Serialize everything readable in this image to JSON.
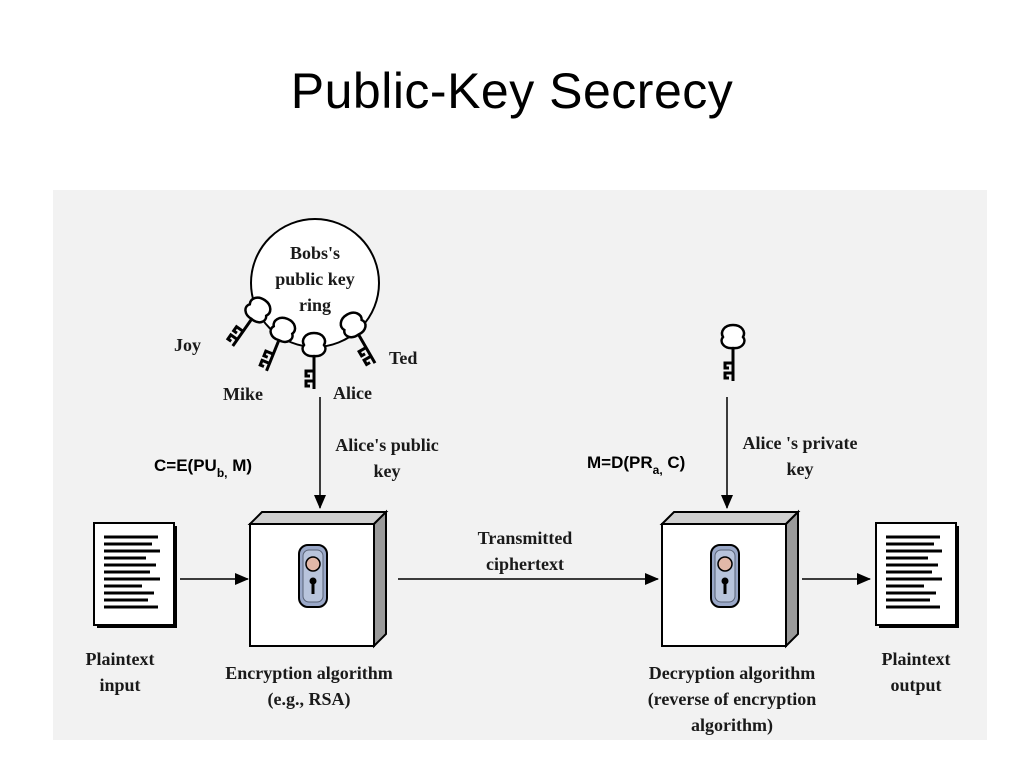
{
  "title": "Public-Key Secrecy",
  "diagram": {
    "key_ring": {
      "label_lines": [
        "Bobs's",
        "public key",
        "ring"
      ],
      "keys": [
        "Joy",
        "Mike",
        "Alice",
        "Ted"
      ]
    },
    "public_key_label": [
      "Alice's public",
      "key"
    ],
    "private_key_label": [
      "Alice 's private",
      "key"
    ],
    "encrypt_formula": {
      "pre": "C=E(PU",
      "sub": "b,",
      "post": " M)"
    },
    "decrypt_formula": {
      "pre": "M=D(PR",
      "sub": "a,",
      "post": " C)"
    },
    "transmitted_label": [
      "Transmitted",
      "ciphertext"
    ],
    "plaintext_input_label": [
      "Plaintext",
      "input"
    ],
    "encryption_label": [
      "Encryption algorithm",
      "(e.g., RSA)"
    ],
    "decryption_label": [
      "Decryption algorithm",
      "(reverse of encryption",
      "algorithm)"
    ],
    "plaintext_output_label": [
      "Plaintext",
      "output"
    ]
  },
  "colors": {
    "panel_background": "#f2f2f2",
    "lock_plate": "#9aa8c8",
    "lock_knob": "#e2b8a8",
    "box_side": "#9a9a9a"
  }
}
